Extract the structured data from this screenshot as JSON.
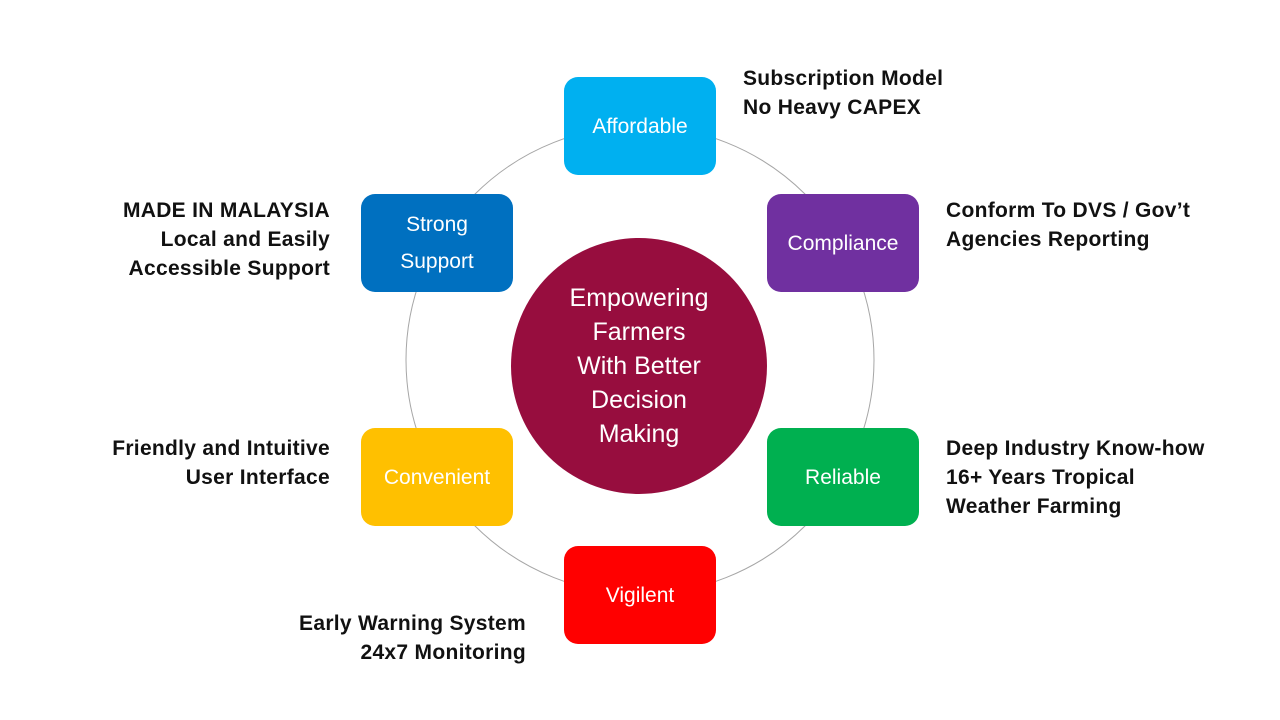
{
  "center": {
    "text": "Empowering\nFarmers\nWith Better\nDecision\nMaking",
    "color": "#970d3e"
  },
  "nodes": [
    {
      "label": "Affordable",
      "color": "#00b0f0",
      "note": "Subscription Model\nNo Heavy CAPEX"
    },
    {
      "label": "Compliance",
      "color": "#7030a0",
      "note": "Conform To DVS / Gov’t\nAgencies Reporting"
    },
    {
      "label": "Reliable",
      "color": "#00b050",
      "note": "Deep Industry Know-how\n16+ Years Tropical\nWeather Farming"
    },
    {
      "label": "Vigilent",
      "color": "#ff0000",
      "note": "Early Warning System\n24x7 Monitoring"
    },
    {
      "label": "Convenient",
      "color": "#ffc000",
      "note": "Friendly and Intuitive\nUser Interface"
    },
    {
      "label": "Strong\nSupport",
      "color": "#0070c0",
      "note": "MADE IN MALAYSIA\nLocal and Easily\nAccessible Support"
    }
  ]
}
